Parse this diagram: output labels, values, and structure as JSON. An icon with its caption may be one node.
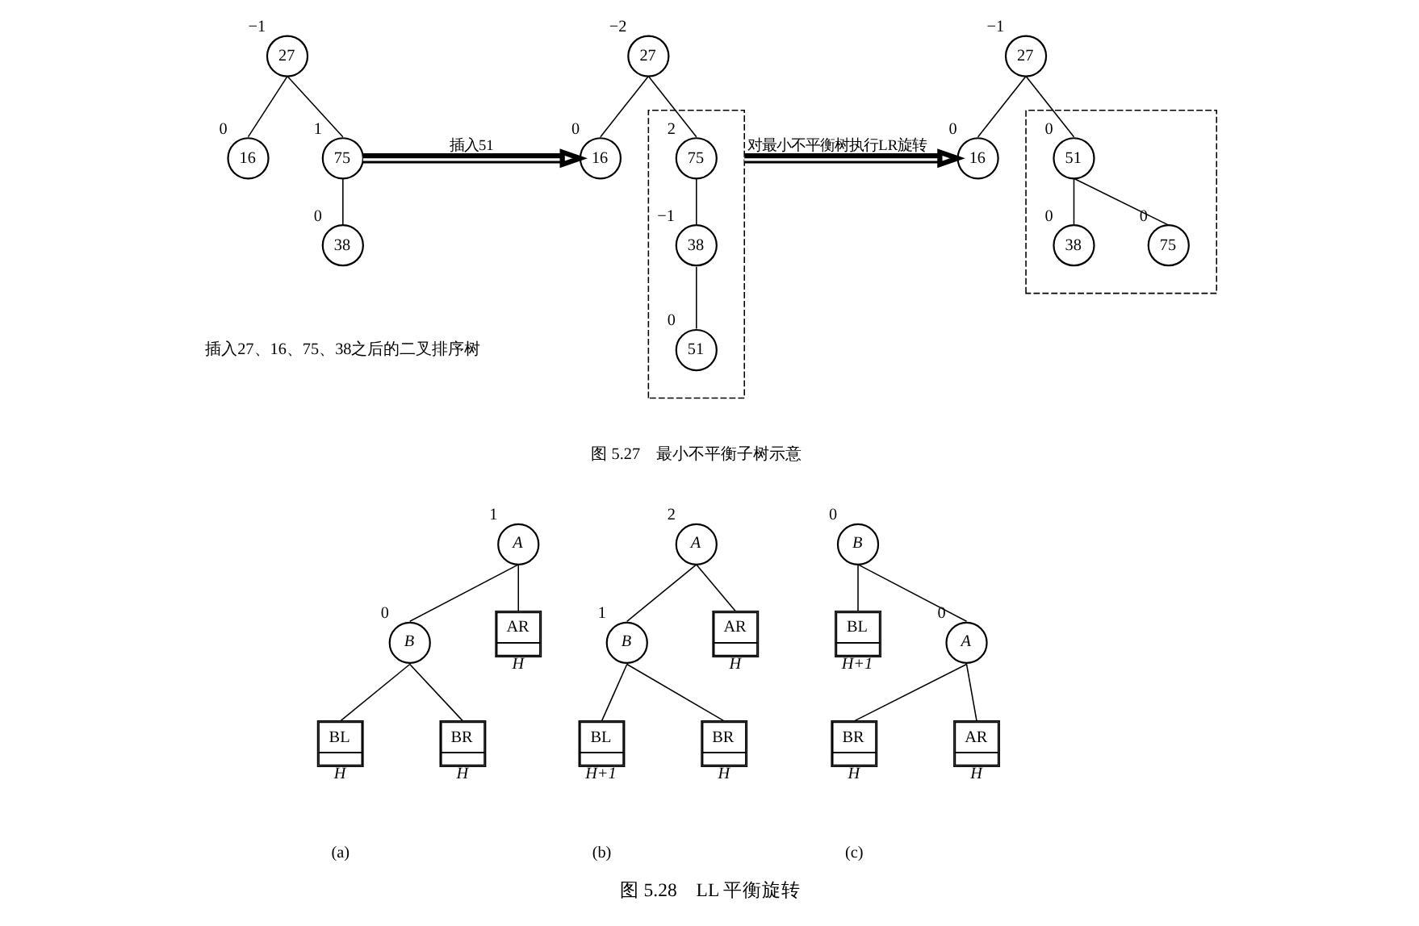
{
  "diagram": {
    "caption": "图 5.28　LL 平衡旋转",
    "nodes": [
      {
        "text": [
          "27"
        ],
        "beside": [
          "−1"
        ]
      },
      {
        "text": [
          "16"
        ],
        "beside": [
          "0"
        ]
      },
      {
        "text": [
          "75"
        ],
        "beside": [
          "1"
        ]
      },
      {
        "text": [
          "38"
        ],
        "beside": [
          "0"
        ]
      },
      {
        "text": [
          "27"
        ],
        "beside": [
          "−2"
        ]
      },
      {
        "text": [
          "16"
        ],
        "beside": [
          "0"
        ]
      },
      {
        "text": [],
        "shape": "box"
      },
      {
        "text": [
          "75"
        ],
        "in": 6,
        "beside": [
          "2"
        ]
      },
      {
        "text": [
          "38"
        ],
        "in": 6,
        "beside": [
          "−1"
        ]
      },
      {
        "text": [
          "51"
        ],
        "in": 6,
        "beside": [
          "0"
        ]
      },
      {
        "text": [
          "27"
        ],
        "beside": [
          "−1"
        ]
      },
      {
        "text": [
          "16"
        ],
        "beside": [
          "0"
        ]
      },
      {
        "text": [],
        "shape": "box"
      },
      {
        "text": [
          "51"
        ],
        "in": 12,
        "beside": [
          "0"
        ]
      },
      {
        "text": [
          "38"
        ],
        "in": 12,
        "beside": [
          "0"
        ]
      },
      {
        "text": [
          "75"
        ],
        "in": 12,
        "beside": [
          "0"
        ]
      },
      {
        "text": [
          "A"
        ],
        "beside": [
          "1"
        ]
      },
      {
        "text": [
          "B"
        ],
        "beside": [
          "0"
        ]
      },
      {
        "text": [
          "AR"
        ],
        "beside": [
          "H"
        ]
      },
      {
        "text": [
          "BL"
        ],
        "beside": [
          "H"
        ]
      },
      {
        "text": [
          "BR"
        ],
        "beside": [
          "H"
        ]
      },
      {
        "text": [
          "A"
        ],
        "beside": [
          "2"
        ]
      },
      {
        "text": [
          "B"
        ],
        "beside": [
          "1"
        ]
      },
      {
        "text": [
          "AR"
        ],
        "beside": [
          "H"
        ]
      },
      {
        "text": [
          "BL"
        ],
        "beside": [
          "H+1"
        ]
      },
      {
        "text": [
          "BR"
        ],
        "beside": [
          "H"
        ]
      },
      {
        "text": [
          "B"
        ],
        "beside": [
          "0"
        ]
      },
      {
        "text": [
          "BL"
        ],
        "beside": [
          "H+1"
        ]
      },
      {
        "text": [
          "A"
        ],
        "beside": [
          "0"
        ]
      },
      {
        "text": [
          "BR"
        ],
        "beside": [
          "H"
        ]
      },
      {
        "text": [
          "AR"
        ],
        "beside": [
          "H"
        ]
      }
    ],
    "edges": [
      {
        "from": 0,
        "to": 1,
        "arrow": "none"
      },
      {
        "from": 0,
        "to": 2,
        "arrow": "none"
      },
      {
        "from": 2,
        "to": 3,
        "arrow": "none"
      },
      {
        "from": 2,
        "to": 5,
        "arrow": "to",
        "style": "thick",
        "label": "插入51"
      },
      {
        "from": 4,
        "to": 5,
        "arrow": "none"
      },
      {
        "from": 4,
        "to": 7,
        "arrow": "none"
      },
      {
        "from": 7,
        "to": 8,
        "arrow": "none"
      },
      {
        "from": 8,
        "to": 9,
        "arrow": "none"
      },
      {
        "from": 6,
        "to": 11,
        "arrow": "to",
        "style": "thick",
        "label": "对最小不平衡树执行LR旋转"
      },
      {
        "from": 10,
        "to": 11,
        "arrow": "none"
      },
      {
        "from": 10,
        "to": 13,
        "arrow": "none"
      },
      {
        "from": 13,
        "to": 14,
        "arrow": "none"
      },
      {
        "from": 13,
        "to": 15,
        "arrow": "none"
      },
      {
        "from": 16,
        "to": 17,
        "arrow": "none"
      },
      {
        "from": 16,
        "to": 18,
        "arrow": "none"
      },
      {
        "from": 17,
        "to": 19,
        "arrow": "none"
      },
      {
        "from": 17,
        "to": 20,
        "arrow": "none"
      },
      {
        "from": 21,
        "to": 22,
        "arrow": "none"
      },
      {
        "from": 21,
        "to": 23,
        "arrow": "none"
      },
      {
        "from": 22,
        "to": 24,
        "arrow": "none"
      },
      {
        "from": 22,
        "to": 25,
        "arrow": "none"
      },
      {
        "from": 26,
        "to": 27,
        "arrow": "none"
      },
      {
        "from": 26,
        "to": 28,
        "arrow": "none"
      },
      {
        "from": 28,
        "to": 29,
        "arrow": "none"
      },
      {
        "from": 28,
        "to": 30,
        "arrow": "none"
      }
    ],
    "labels": [
      "插入27、16、75、38之后的二叉排序树",
      "图 5.27　最小不平衡子树示意",
      "(a)",
      "(b)",
      "(c)"
    ]
  }
}
